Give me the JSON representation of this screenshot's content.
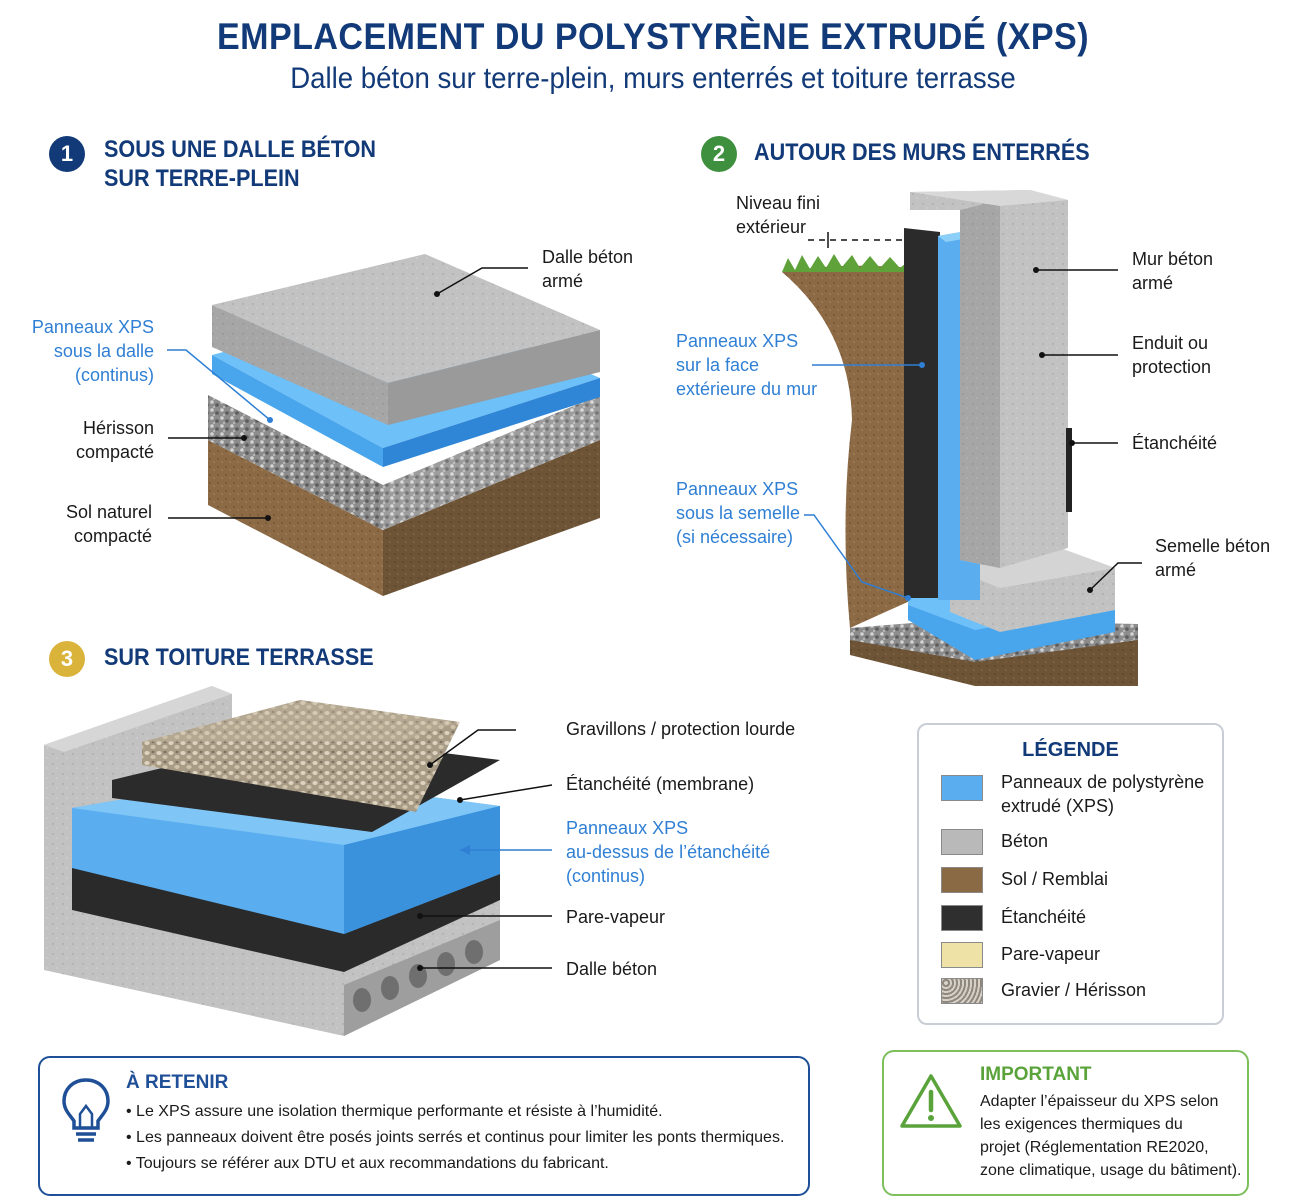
{
  "header": {
    "title": "EMPLACEMENT DU POLYSTYRÈNE EXTRUDÉ (XPS)",
    "subtitle": "Dalle béton sur terre-plein, murs enterrés et toiture terrasse"
  },
  "section1": {
    "number": "1",
    "title_line1": "SOUS UNE DALLE BÉTON",
    "title_line2": "SUR TERRE-PLEIN",
    "labels": {
      "dalle": "Dalle béton\narmé",
      "xps": "Panneaux XPS\nsous la dalle\n(continus)",
      "herisson": "Hérisson\ncompacté",
      "sol": "Sol naturel\ncompacté"
    }
  },
  "section2": {
    "number": "2",
    "title": "AUTOUR DES MURS ENTERRÉS",
    "labels": {
      "niveau": "Niveau fini\nextérieur",
      "mur": "Mur béton\narmé",
      "enduit": "Enduit ou\nprotection",
      "etancheite": "Étanchéité",
      "xps_face": "Panneaux XPS\nsur la face\nextérieure du mur",
      "xps_semelle": "Panneaux XPS\nsous la semelle\n(si nécessaire)",
      "semelle": "Semelle béton\narmé"
    }
  },
  "section3": {
    "number": "3",
    "title": "SUR TOITURE TERRASSE",
    "labels": {
      "gravillons": "Gravillons / protection lourde",
      "etancheite": "Étanchéité (membrane)",
      "xps": "Panneaux XPS\nau-dessus de l’étanchéité\n(continus)",
      "pare_vapeur": "Pare-vapeur",
      "dalle": "Dalle béton"
    }
  },
  "legend": {
    "title": "LÉGENDE",
    "items": [
      {
        "label": "Panneaux de polystyrène\nextrudé (XPS)",
        "color": "#5aaef0"
      },
      {
        "label": "Béton",
        "color": "#b9b9b9"
      },
      {
        "label": "Sol / Remblai",
        "color": "#8a6a45"
      },
      {
        "label": "Étanchéité",
        "color": "#2f2f2f"
      },
      {
        "label": "Pare-vapeur",
        "color": "#efe2a6"
      },
      {
        "label": "Gravier / Hérisson",
        "color": "#a8a29a"
      }
    ]
  },
  "retenir": {
    "title": "À RETENIR",
    "bullets": [
      "• Le XPS assure une isolation thermique performante et résiste à l’humidité.",
      "• Les panneaux doivent être posés joints serrés et continus pour limiter les ponts thermiques.",
      "• Toujours se référer aux DTU et aux recommandations du fabricant."
    ]
  },
  "important": {
    "title": "IMPORTANT",
    "text": "Adapter l’épaisseur du XPS selon\nles exigences thermiques du\nprojet (Réglementation RE2020,\nzone climatique, usage du bâtiment)."
  },
  "colors": {
    "navy": "#123a78",
    "xps_blue": "#2f7fd4",
    "green": "#3e8f3e",
    "gold": "#d9b33a"
  }
}
